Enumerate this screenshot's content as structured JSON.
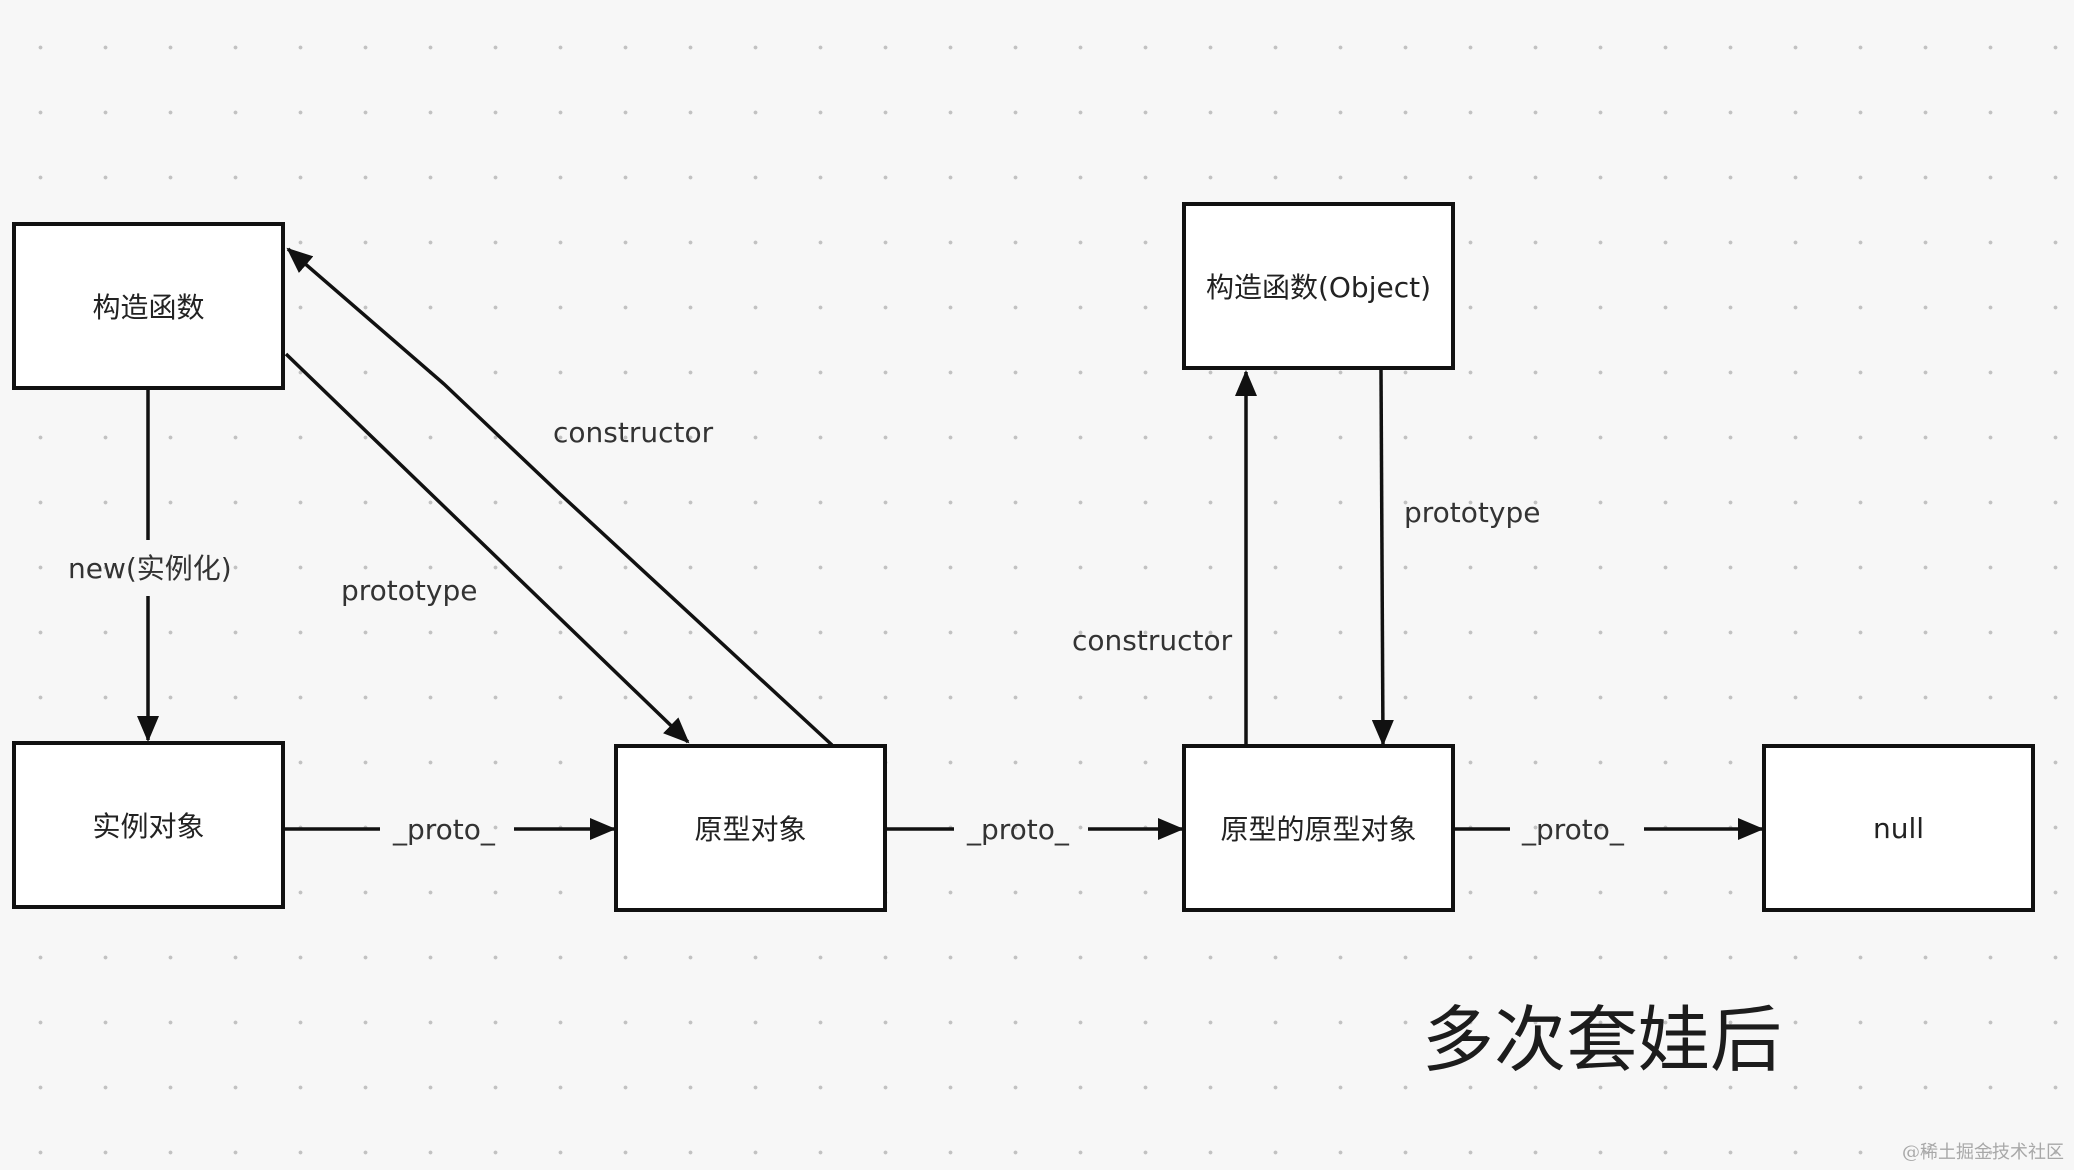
{
  "nodes": {
    "constructor_fn": "构造函数",
    "instance": "实例对象",
    "prototype_obj": "原型对象",
    "object_constructor": "构造函数(Object)",
    "proto_of_proto": "原型的原型对象",
    "null_node": "null"
  },
  "edges": {
    "new_label": "new(实例化)",
    "prototype_left": "prototype",
    "constructor_left": "constructor",
    "proto_1": "_proto_",
    "proto_2": "_proto_",
    "proto_3": "_proto_",
    "constructor_right": "constructor",
    "prototype_right": "prototype"
  },
  "caption": "多次套娃后",
  "watermark": "@稀土掘金技术社区",
  "colors": {
    "line": "#111111",
    "background": "#f7f7f7",
    "node_fill": "#ffffff"
  }
}
